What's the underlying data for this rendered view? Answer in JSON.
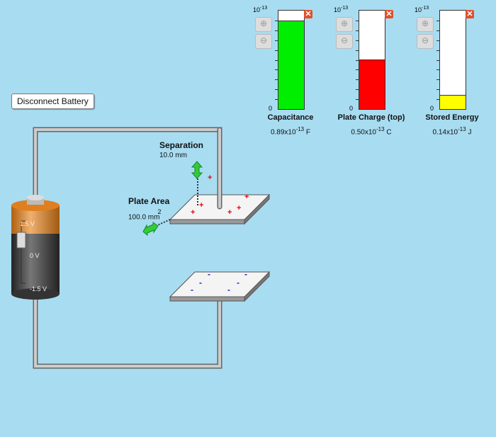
{
  "controls": {
    "disconnect_label": "Disconnect Battery"
  },
  "meters": [
    {
      "label": "Capacitance",
      "value_prefix": "0.89x10",
      "value_exp": "-13",
      "unit": "F",
      "scale_base": "10",
      "scale_exp": "-13",
      "zero": "0",
      "fraction": 0.89,
      "color": "#00ee00"
    },
    {
      "label": "Plate Charge (top)",
      "value_prefix": "0.50x10",
      "value_exp": "-13",
      "unit": "C",
      "scale_base": "10",
      "scale_exp": "-13",
      "zero": "0",
      "fraction": 0.5,
      "color": "#ff0000"
    },
    {
      "label": "Stored Energy",
      "value_prefix": "0.14x10",
      "value_exp": "-13",
      "unit": "J",
      "scale_base": "10",
      "scale_exp": "-13",
      "zero": "0",
      "fraction": 0.14,
      "color": "#ffff00"
    }
  ],
  "separation": {
    "label": "Separation",
    "value": "10.0 mm"
  },
  "plate_area": {
    "label": "Plate Area",
    "value": "100.0 mm",
    "exp": "2"
  },
  "battery": {
    "top_label": "1.5 V",
    "mid_label": "0 V",
    "bottom_label": "-1.5 V"
  },
  "charges": {
    "top": "+",
    "bottom": "-"
  }
}
